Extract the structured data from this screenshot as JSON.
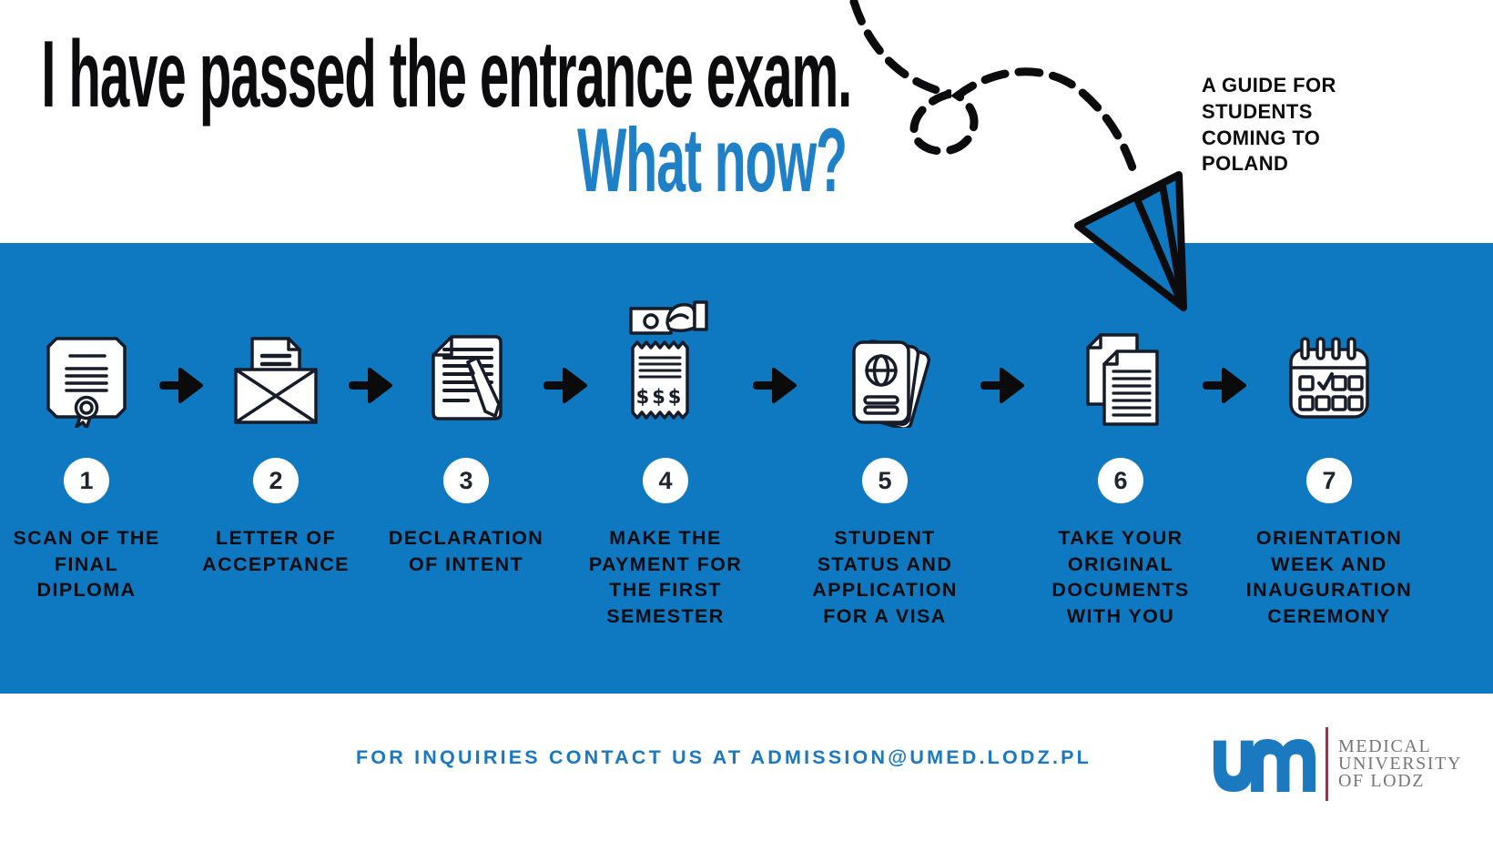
{
  "header": {
    "title_line1": "I have passed the entrance exam.",
    "title_line2": "What now?",
    "guide_note_lines": [
      "A GUIDE FOR",
      "STUDENTS",
      "COMING TO",
      "POLAND"
    ]
  },
  "steps": [
    {
      "number": "1",
      "icon": "diploma-icon",
      "lines": [
        "SCAN OF THE",
        "FINAL",
        "DIPLOMA"
      ]
    },
    {
      "number": "2",
      "icon": "acceptance-letter-icon",
      "lines": [
        "LETTER OF",
        "ACCEPTANCE"
      ]
    },
    {
      "number": "3",
      "icon": "declaration-document-icon",
      "lines": [
        "DECLARATION",
        "OF INTENT"
      ]
    },
    {
      "number": "4",
      "icon": "payment-receipt-icon",
      "receipt_text": "$$$",
      "lines": [
        "MAKE THE",
        "PAYMENT FOR",
        "THE FIRST",
        "SEMESTER"
      ]
    },
    {
      "number": "5",
      "icon": "passport-icon",
      "lines": [
        "STUDENT",
        "STATUS AND",
        "APPLICATION",
        "FOR A VISA"
      ]
    },
    {
      "number": "6",
      "icon": "documents-icon",
      "lines": [
        "TAKE YOUR",
        "ORIGINAL",
        "DOCUMENTS",
        "WITH YOU"
      ]
    },
    {
      "number": "7",
      "icon": "calendar-icon",
      "lines": [
        "ORIENTATION",
        "WEEK AND",
        "INAUGURATION",
        "CEREMONY"
      ]
    }
  ],
  "footer": {
    "contact_text": "FOR INQUIRIES CONTACT US AT ADMISSION@UMED.LODZ.PL",
    "logo_text": "um",
    "org_name_lines": [
      "MEDICAL",
      "UNIVERSITY",
      "OF LODZ"
    ]
  },
  "colors": {
    "band_blue": "#0e78c1",
    "title_blue": "#1e80c6",
    "contact_blue": "#1a78c2",
    "logo_blue": "#1b79bf",
    "divider_maroon": "#8e3a4e",
    "org_gray": "#75767a",
    "ink_black": "#0c0c0e",
    "icon_stroke": "#171c29"
  }
}
